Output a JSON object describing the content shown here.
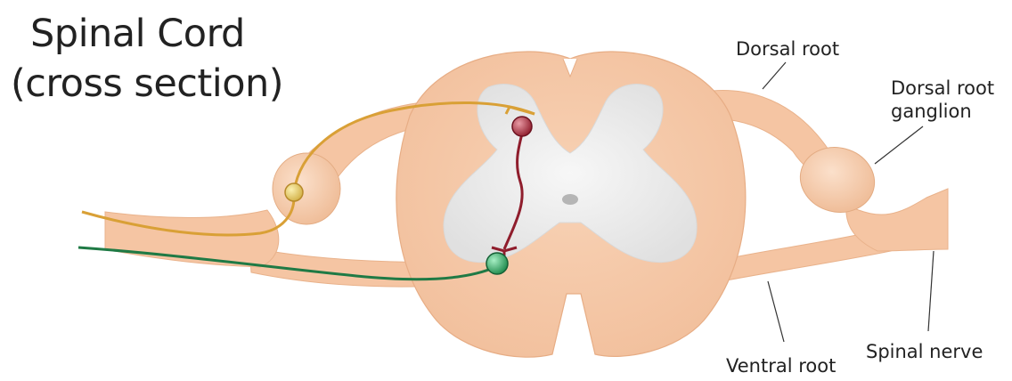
{
  "title": {
    "line1": "Spinal Cord",
    "line2": "(cross section)"
  },
  "labels": {
    "dorsal_root": "Dorsal root",
    "dorsal_root_ganglion_line1": "Dorsal root",
    "dorsal_root_ganglion_line2": "ganglion",
    "ventral_root": "Ventral root",
    "spinal_nerve": "Spinal nerve"
  },
  "colors": {
    "tissue": "#f6c9a8",
    "tissue_edge": "#eab58f",
    "grey_matter": "#ededed",
    "canal": "#b5b5b5",
    "sensory_neuron": "#d9a036",
    "interneuron": "#8f1d2c",
    "motor_neuron": "#1f7a45",
    "label_text": "#222222",
    "leader_line": "#333333"
  }
}
